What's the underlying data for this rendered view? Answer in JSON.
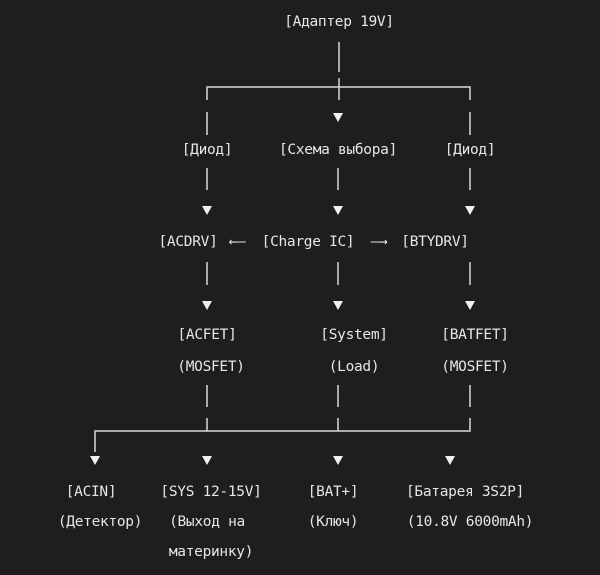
{
  "colors": {
    "background": "#1e1e1e",
    "text": "#e6e6e6",
    "lines": "#d8d8d8"
  },
  "nodes": {
    "adapter": "[Адаптер 19V]",
    "diode_left": "[Диод]",
    "selector": "[Схема выбора]",
    "diode_right": "[Диод]",
    "acdrv": "[ACDRV]",
    "arrow_left": "←—",
    "charge_ic": "[Charge IC]",
    "arrow_right": "—→",
    "btydrv": "[BTYDRV]",
    "acfet": "[ACFET]",
    "acfet_sub": "(MOSFET)",
    "system": "[System]",
    "system_sub": "(Load)",
    "batfet": "[BATFET]",
    "batfet_sub": "(MOSFET)",
    "acin": "[ACIN]",
    "acin_sub": "(Детектор)",
    "sys": "[SYS 12-15V]",
    "sys_sub1": "(Выход на",
    "sys_sub2": "материнку)",
    "batplus": "[BAT+]",
    "batplus_sub": "(Ключ)",
    "battery": "[Батарея 3S2P]",
    "battery_sub": "(10.8V 6000mAh)"
  }
}
